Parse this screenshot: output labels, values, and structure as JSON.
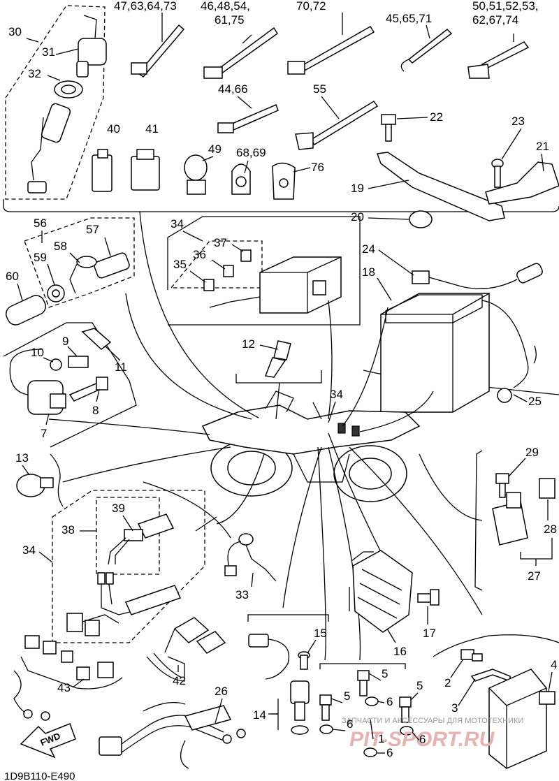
{
  "diagram": {
    "code": "1D9B110-E490",
    "fwd": "FWD",
    "watermark": {
      "text": "ЗАПЧАСТИ И АКСЕССУАРЫ ДЛЯ МОТОТЕХНИКИ",
      "logo": "PIT-SPORT.RU"
    },
    "callouts": [
      {
        "id": "c_47",
        "text": "47,63,64,73"
      },
      {
        "id": "c_46",
        "text": "46,48,54,"
      },
      {
        "id": "c_61",
        "text": "61,75"
      },
      {
        "id": "c_70",
        "text": "70,72"
      },
      {
        "id": "c_45",
        "text": "45,65,71"
      },
      {
        "id": "c_50",
        "text": "50,51,52,53,"
      },
      {
        "id": "c_62",
        "text": "62,67,74"
      },
      {
        "id": "c_30",
        "text": "30"
      },
      {
        "id": "c_31",
        "text": "31"
      },
      {
        "id": "c_32",
        "text": "32"
      },
      {
        "id": "c_44",
        "text": "44,66"
      },
      {
        "id": "c_55",
        "text": "55"
      },
      {
        "id": "c_22",
        "text": "22"
      },
      {
        "id": "c_23",
        "text": "23"
      },
      {
        "id": "c_21",
        "text": "21"
      },
      {
        "id": "c_40",
        "text": "40"
      },
      {
        "id": "c_41",
        "text": "41"
      },
      {
        "id": "c_49",
        "text": "49"
      },
      {
        "id": "c_68",
        "text": "68,69"
      },
      {
        "id": "c_76",
        "text": "76"
      },
      {
        "id": "c_19",
        "text": "19"
      },
      {
        "id": "c_20",
        "text": "20"
      },
      {
        "id": "c_56",
        "text": "56"
      },
      {
        "id": "c_57",
        "text": "57"
      },
      {
        "id": "c_58",
        "text": "58"
      },
      {
        "id": "c_59",
        "text": "59"
      },
      {
        "id": "c_60",
        "text": "60"
      },
      {
        "id": "c_34a",
        "text": "34"
      },
      {
        "id": "c_37",
        "text": "37"
      },
      {
        "id": "c_36",
        "text": "36"
      },
      {
        "id": "c_35",
        "text": "35"
      },
      {
        "id": "c_24",
        "text": "24"
      },
      {
        "id": "c_18",
        "text": "18"
      },
      {
        "id": "c_9",
        "text": "9"
      },
      {
        "id": "c_10",
        "text": "10"
      },
      {
        "id": "c_11",
        "text": "11"
      },
      {
        "id": "c_12",
        "text": "12"
      },
      {
        "id": "c_8",
        "text": "8"
      },
      {
        "id": "c_7",
        "text": "7"
      },
      {
        "id": "c_34b",
        "text": "34"
      },
      {
        "id": "c_25",
        "text": "25"
      },
      {
        "id": "c_13",
        "text": "13"
      },
      {
        "id": "c_29",
        "text": "29"
      },
      {
        "id": "c_39",
        "text": "39"
      },
      {
        "id": "c_38",
        "text": "38"
      },
      {
        "id": "c_34c",
        "text": "34"
      },
      {
        "id": "c_28",
        "text": "28"
      },
      {
        "id": "c_33",
        "text": "33"
      },
      {
        "id": "c_27",
        "text": "27"
      },
      {
        "id": "c_17",
        "text": "17"
      },
      {
        "id": "c_15",
        "text": "15"
      },
      {
        "id": "c_16",
        "text": "16"
      },
      {
        "id": "c_4",
        "text": "4"
      },
      {
        "id": "c_42",
        "text": "42"
      },
      {
        "id": "c_43",
        "text": "43"
      },
      {
        "id": "c_5a",
        "text": "5"
      },
      {
        "id": "c_2",
        "text": "2"
      },
      {
        "id": "c_26",
        "text": "26"
      },
      {
        "id": "c_5b",
        "text": "5"
      },
      {
        "id": "c_5c",
        "text": "5"
      },
      {
        "id": "c_6a",
        "text": "6"
      },
      {
        "id": "c_3",
        "text": "3"
      },
      {
        "id": "c_14",
        "text": "14"
      },
      {
        "id": "c_6b",
        "text": "6"
      },
      {
        "id": "c_6c",
        "text": "6"
      },
      {
        "id": "c_1",
        "text": "1"
      },
      {
        "id": "c_6d",
        "text": "6"
      }
    ]
  }
}
